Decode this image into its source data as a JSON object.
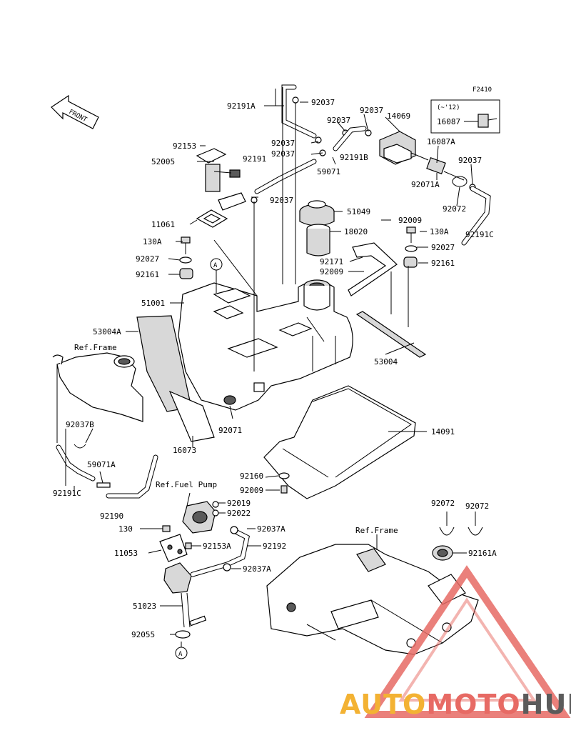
{
  "diagram_code": "F2410",
  "front_arrow_label": "FRONT",
  "inset": {
    "note": "(~'12)",
    "part": "16087"
  },
  "labels": {
    "p92191A": "92191A",
    "p92037_a": "92037",
    "p92037_b": "92037",
    "p92037_c": "92037",
    "p14069": "14069",
    "p92153": "92153",
    "p92037_d": "92037",
    "p92037_e": "92037",
    "p92191B": "92191B",
    "p52005": "52005",
    "p92191": "92191",
    "p59071": "59071",
    "p16087A": "16087A",
    "p92037_f": "92037",
    "p92071A": "92071A",
    "p92037_g": "92037",
    "p51049": "51049",
    "p92072": "92072",
    "p11061": "11061",
    "p18020": "18020",
    "p92009_a": "92009",
    "p130A_a": "130A",
    "p92191C": "92191C",
    "p130A_b": "130A",
    "p92027_a": "92027",
    "p92027_b": "92027",
    "p92171": "92171",
    "p92161_a": "92161",
    "p92009_b": "92009",
    "p92161_b": "92161",
    "marker_a_top": "A",
    "p51001": "51001",
    "p53004A": "53004A",
    "ref_frame_1": "Ref.Frame",
    "p53004": "53004",
    "p92037B": "92037B",
    "p92071": "92071",
    "p14091": "14091",
    "p16073": "16073",
    "p59071A": "59071A",
    "p92160": "92160",
    "ref_fuel_pump": "Ref.Fuel Pump",
    "p92009_c": "92009",
    "p92191C_b": "92191C",
    "p92019": "92019",
    "p92190": "92190",
    "p92022": "92022",
    "p92072_a": "92072",
    "p92072_b": "92072",
    "p130": "130",
    "p92037A_a": "92037A",
    "ref_frame_2": "Ref.Frame",
    "p11053": "11053",
    "p92153A": "92153A",
    "p92192": "92192",
    "p92161A": "92161A",
    "p92037A_b": "92037A",
    "p51023": "51023",
    "p92055": "92055",
    "marker_a_bottom": "A"
  },
  "watermark": {
    "part1": "AUTO",
    "part2": "MOTO",
    "part3": "HUB"
  },
  "colors": {
    "watermark_orange": "#f3b233",
    "watermark_red": "#e76a64",
    "watermark_gray": "#5b5b5b",
    "ink": "#000000"
  }
}
